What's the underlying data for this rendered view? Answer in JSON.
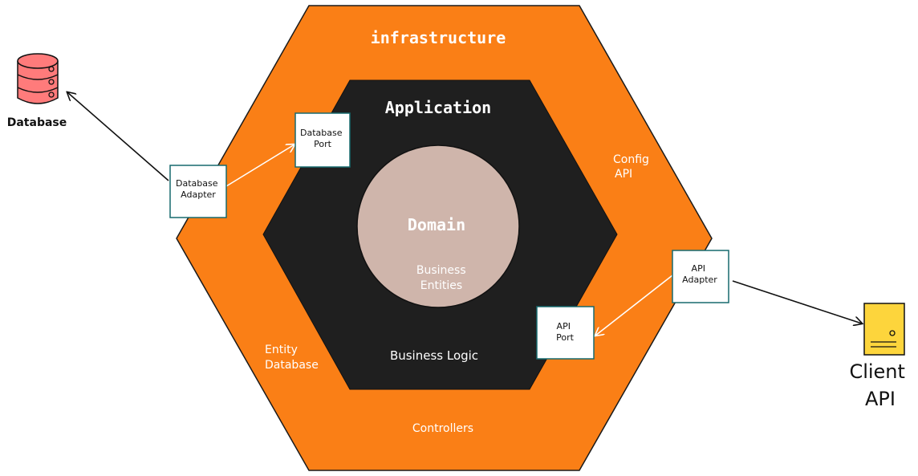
{
  "diagram": {
    "infrastructure": {
      "title": "infrastructure",
      "labels": {
        "config_api": [
          "Config",
          "API"
        ],
        "entity_database": [
          "Entity",
          "Database"
        ],
        "controllers": "Controllers"
      }
    },
    "application": {
      "title": "Application",
      "business_logic": "Business Logic"
    },
    "domain": {
      "title": "Domain",
      "business_entities": [
        "Business",
        "Entities"
      ]
    },
    "boxes": {
      "database_port": [
        "Database",
        "Port"
      ],
      "database_adapter": [
        "Database",
        "Adapter"
      ],
      "api_adapter": [
        "API",
        "Adapter"
      ],
      "api_port": [
        "API",
        "Port"
      ]
    },
    "external": {
      "database": "Database",
      "client_api": [
        "Client",
        "API"
      ]
    },
    "colors": {
      "infrastructure": "#fa7f16",
      "application": "#1f1f1f",
      "domain": "#cfb5ab",
      "database_icon": "#ff7b7b",
      "client_icon": "#fdd53c",
      "box_border": "#176a6e"
    }
  }
}
